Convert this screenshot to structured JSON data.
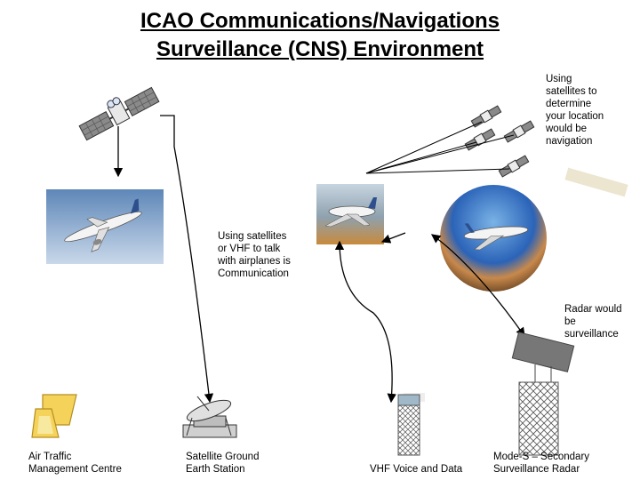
{
  "title": {
    "line1": "ICAO Communications/Navigations",
    "line2": "Surveillance (CNS) Environment"
  },
  "annotations": {
    "navigation": [
      "Using",
      "satellites to",
      "determine",
      "your location",
      "would be",
      "navigation"
    ],
    "communication": [
      "Using satellites",
      "or VHF to talk",
      "with airplanes is",
      "Communication"
    ],
    "surveillance": [
      "Radar would",
      "be",
      "surveillance"
    ]
  },
  "ground_labels": {
    "atm": [
      "Air Traffic",
      "Management Centre"
    ],
    "satellite_station": [
      "Satellite Ground",
      "Earth Station"
    ],
    "vhf": [
      "VHF Voice and Data"
    ],
    "modes": [
      "Mode-S – Secondary",
      "Surveillance Radar"
    ]
  },
  "colors": {
    "atm_building": "#f5d35b",
    "atm_outline": "#b38d1f",
    "satellite_panel": "#808080",
    "radar_antenna": "#777777",
    "tower_fill": "#9fb9c9",
    "sky_top": "#5e87b8",
    "sky_bottom": "#c9d8ea",
    "sunset": "#c98a3c",
    "beige_sign": "#ece5cf"
  }
}
